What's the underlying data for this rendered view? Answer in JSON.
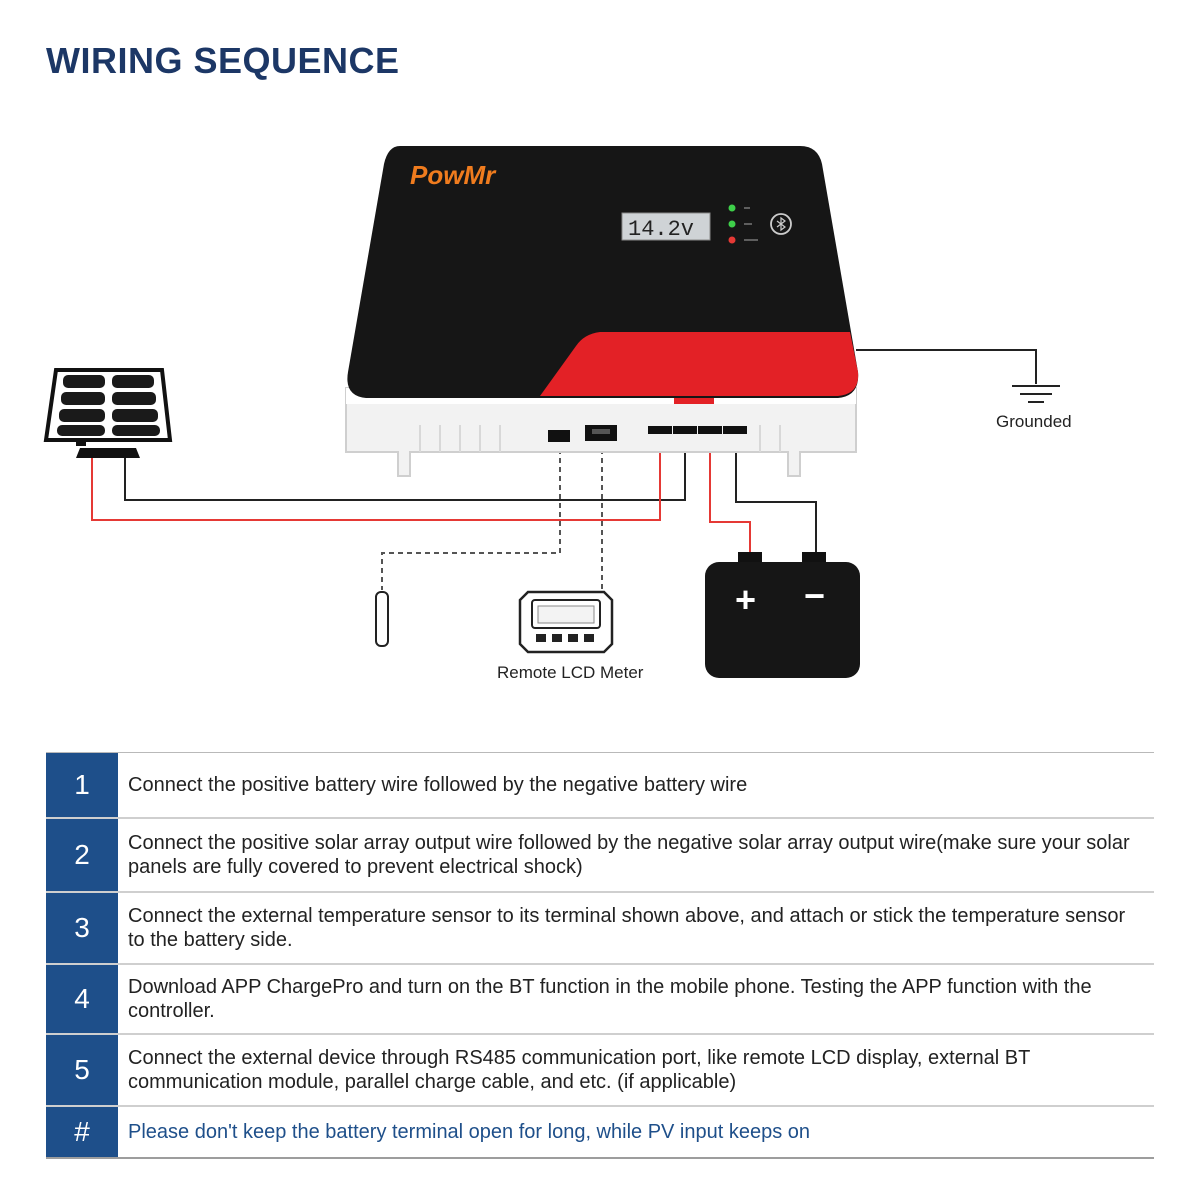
{
  "title": "WIRING SEQUENCE",
  "device": {
    "brand": "PowMr",
    "display_value": "14.2v"
  },
  "labels": {
    "ground": "Grounded",
    "meter": "Remote LCD Meter",
    "battery_pos": "+",
    "battery_neg": "−"
  },
  "colors": {
    "title": "#1c3766",
    "accent": "#1e4f8a",
    "brand": "#f07c1e",
    "red_panel": "#e32126",
    "wire_red": "#e53935"
  },
  "steps": [
    {
      "num": "1",
      "text": "Connect the positive battery wire followed by the negative battery wire"
    },
    {
      "num": "2",
      "text": "Connect the positive solar array output wire followed by the negative solar array output wire(make sure your solar panels are fully covered to prevent electrical shock)"
    },
    {
      "num": "3",
      "text": "Connect the external temperature sensor to its terminal shown above, and attach or stick the temperature sensor to the battery side."
    },
    {
      "num": "4",
      "text": "Download APP ChargePro and turn on the BT function in the mobile phone. Testing the APP function with the controller."
    },
    {
      "num": "5",
      "text": "Connect the external device through RS485 communication port, like remote LCD display, external BT communication module, parallel charge cable, and etc. (if applicable)"
    },
    {
      "num": "#",
      "text": "Please don't keep the battery terminal open for long, while PV input keeps on"
    }
  ]
}
